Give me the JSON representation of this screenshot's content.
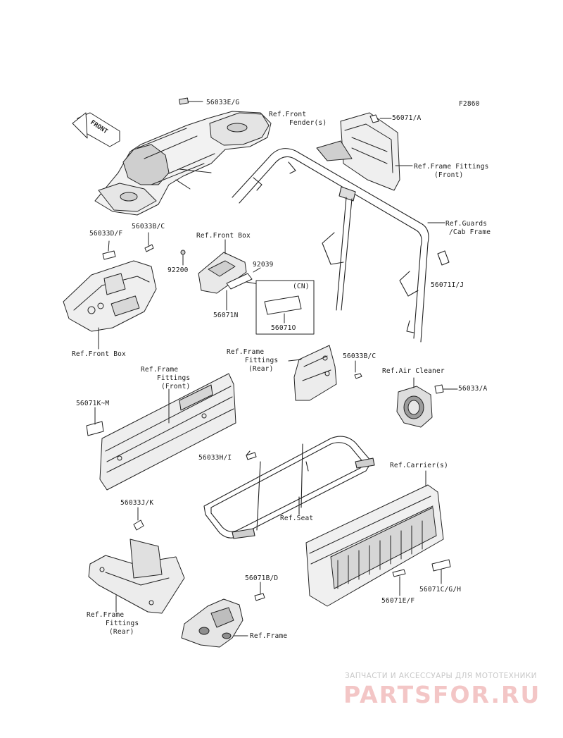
{
  "diagram_code": "F2860",
  "front_arrow": "FRONT",
  "labels": {
    "p56033e_g": "56033E/G",
    "ref_front_fender_1": "Ref.Front",
    "ref_front_fender_2": "Fender(s)",
    "p56071_a": "56071/A",
    "ref_frame_fittings_front_a1": "Ref.Frame Fittings",
    "ref_frame_fittings_front_a2": "(Front)",
    "ref_guards_1": "Ref.Guards",
    "ref_guards_2": "/Cab Frame",
    "p56033d_f": "56033D/F",
    "p56033b_c_top": "56033B/C",
    "ref_front_box_top": "Ref.Front Box",
    "p92200": "92200",
    "p92039": "92039",
    "cn": "(CN)",
    "p56071n": "56071N",
    "p56071o": "56071O",
    "p56071i_j": "56071I/J",
    "ref_front_box_bottom": "Ref.Front Box",
    "ref_frame_fittings_rear_b1": "Ref.Frame",
    "ref_frame_fittings_rear_b2": "Fittings",
    "ref_frame_fittings_rear_b3": "(Rear)",
    "p56033b_c_mid": "56033B/C",
    "ref_air_cleaner": "Ref.Air Cleaner",
    "p56033_a": "56033/A",
    "ref_frame_fittings_front_c1": "Ref.Frame",
    "ref_frame_fittings_front_c2": "Fittings",
    "ref_frame_fittings_front_c3": "(Front)",
    "p56071k_m": "56071K~M",
    "p56033h_i": "56033H/I",
    "ref_carriers": "Ref.Carrier(s)",
    "ref_seat": "Ref.Seat",
    "p56033j_k": "56033J/K",
    "p56071b_d": "56071B/D",
    "p56071c_g_h": "56071C/G/H",
    "p56071e_f": "56071E/F",
    "ref_frame_fittings_rear_d1": "Ref.Frame",
    "ref_frame_fittings_rear_d2": "Fittings",
    "ref_frame_fittings_rear_d3": "(Rear)",
    "ref_frame": "Ref.Frame"
  },
  "watermark": {
    "subtitle": "ЗАПЧАСТИ И АКСЕССУАРЫ ДЛЯ МОТОТЕХНИКИ",
    "logo": "PARTSFOR.RU"
  }
}
